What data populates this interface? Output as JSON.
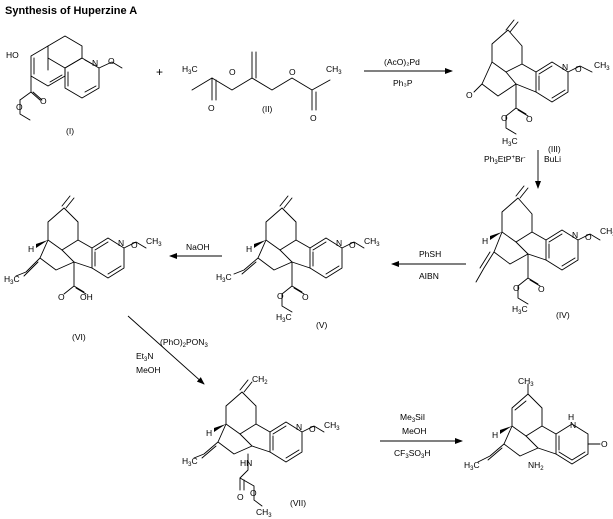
{
  "title": "Synthesis of Huperzine A",
  "compound_labels": {
    "c1": "(I)",
    "c2": "(II)",
    "c3": "(III)",
    "c4": "(IV)",
    "c5": "(V)",
    "c6": "(VI)",
    "c7": "(VII)"
  },
  "plus_sign": "+",
  "reagents": {
    "step1": [
      "(AcO)₂Pd",
      "Ph₃P"
    ],
    "step2": [
      "Ph₃EtP⁺Br⁻",
      "BuLi"
    ],
    "step3": [
      "PhSH",
      "AIBN"
    ],
    "step4": [
      "NaOH"
    ],
    "step5": [
      "(PhO)₂PON₃",
      "Et₃N",
      "MeOH"
    ],
    "step6": [
      "Me₃SiI",
      "MeOH",
      "CF₃SO₃H"
    ]
  },
  "atoms": {
    "HO": "HO",
    "O": "O",
    "N": "N",
    "H": "H",
    "NH": "NH",
    "HN": "HN",
    "OH": "OH",
    "CH2": "CH",
    "two": "2",
    "H3C": "H C",
    "three": "3",
    "CH3": "CH",
    "NH2": "NH"
  }
}
